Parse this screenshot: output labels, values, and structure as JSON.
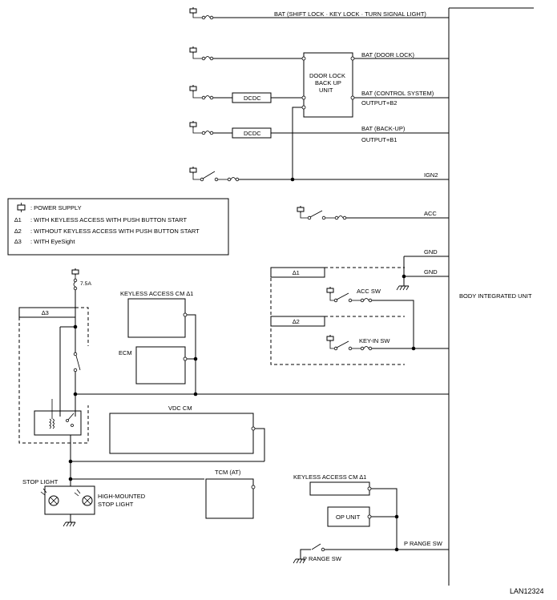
{
  "signals": {
    "bat_shift": "BAT (SHIFT LOCK · KEY LOCK · TURN SIGNAL LIGHT)",
    "bat_door": "BAT (DOOR LOCK)",
    "bat_control": "BAT (CONTROL SYSTEM)",
    "output_b2": "OUTPUT+B2",
    "bat_backup": "BAT (BACK-UP)",
    "output_b1": "OUTPUT+B1",
    "ign2": "IGN2",
    "acc": "ACC",
    "gnd1": "GND",
    "gnd2": "GND",
    "p_range_sw": "P RANGE SW"
  },
  "components": {
    "door_lock_unit": [
      "DOOR LOCK",
      "BACK UP",
      "UNIT"
    ],
    "dcdc": "DCDC",
    "body_integrated_unit": "BODY INTEGRATED UNIT",
    "keyless_cm_top": "KEYLESS ACCESS CM ∆1",
    "ecm": "ECM",
    "vdc_cm": "VDC CM",
    "tcm": "TCM (AT)",
    "keyless_cm_bottom": "KEYLESS ACCESS CM ∆1",
    "op_unit": "OP UNIT",
    "acc_sw": "ACC SW",
    "keyin_sw": "KEY-IN SW",
    "p_range_sw_label": "P RANGE SW",
    "stop_light": "STOP LIGHT",
    "high_mounted": [
      "HIGH-MOUNTED",
      "STOP LIGHT"
    ],
    "fuse_rating": "7.5A"
  },
  "legend": {
    "power_supply": ": POWER SUPPLY",
    "note1_mark": "∆1",
    "note1": ": WITH KEYLESS ACCESS WITH PUSH BUTTON START",
    "note2_mark": "∆2",
    "note2": ": WITHOUT KEYLESS ACCESS WITH PUSH BUTTON START",
    "note3_mark": "∆3",
    "note3": ": WITH EyeSight"
  },
  "tags": {
    "t1": "∆1",
    "t2": "∆2",
    "t3": "∆3"
  },
  "figure_code": "LAN12324"
}
